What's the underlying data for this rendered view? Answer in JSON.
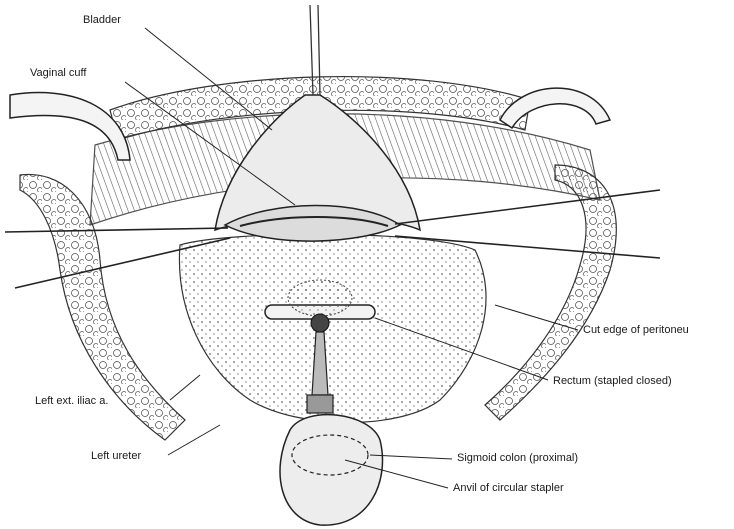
{
  "labels": {
    "bladder": "Bladder",
    "vaginal_cuff": "Vaginal cuff",
    "cut_edge": "Cut edge of peritoneu",
    "rectum": "Rectum (stapled closed)",
    "left_iliac": "Left ext. iliac a.",
    "left_ureter": "Left ureter",
    "sigmoid": "Sigmoid colon (proximal)",
    "anvil": "Anvil of circular stapler"
  },
  "colors": {
    "ink": "#2b2b2b",
    "paper": "#ffffff",
    "shade": "#d8d8d8"
  }
}
